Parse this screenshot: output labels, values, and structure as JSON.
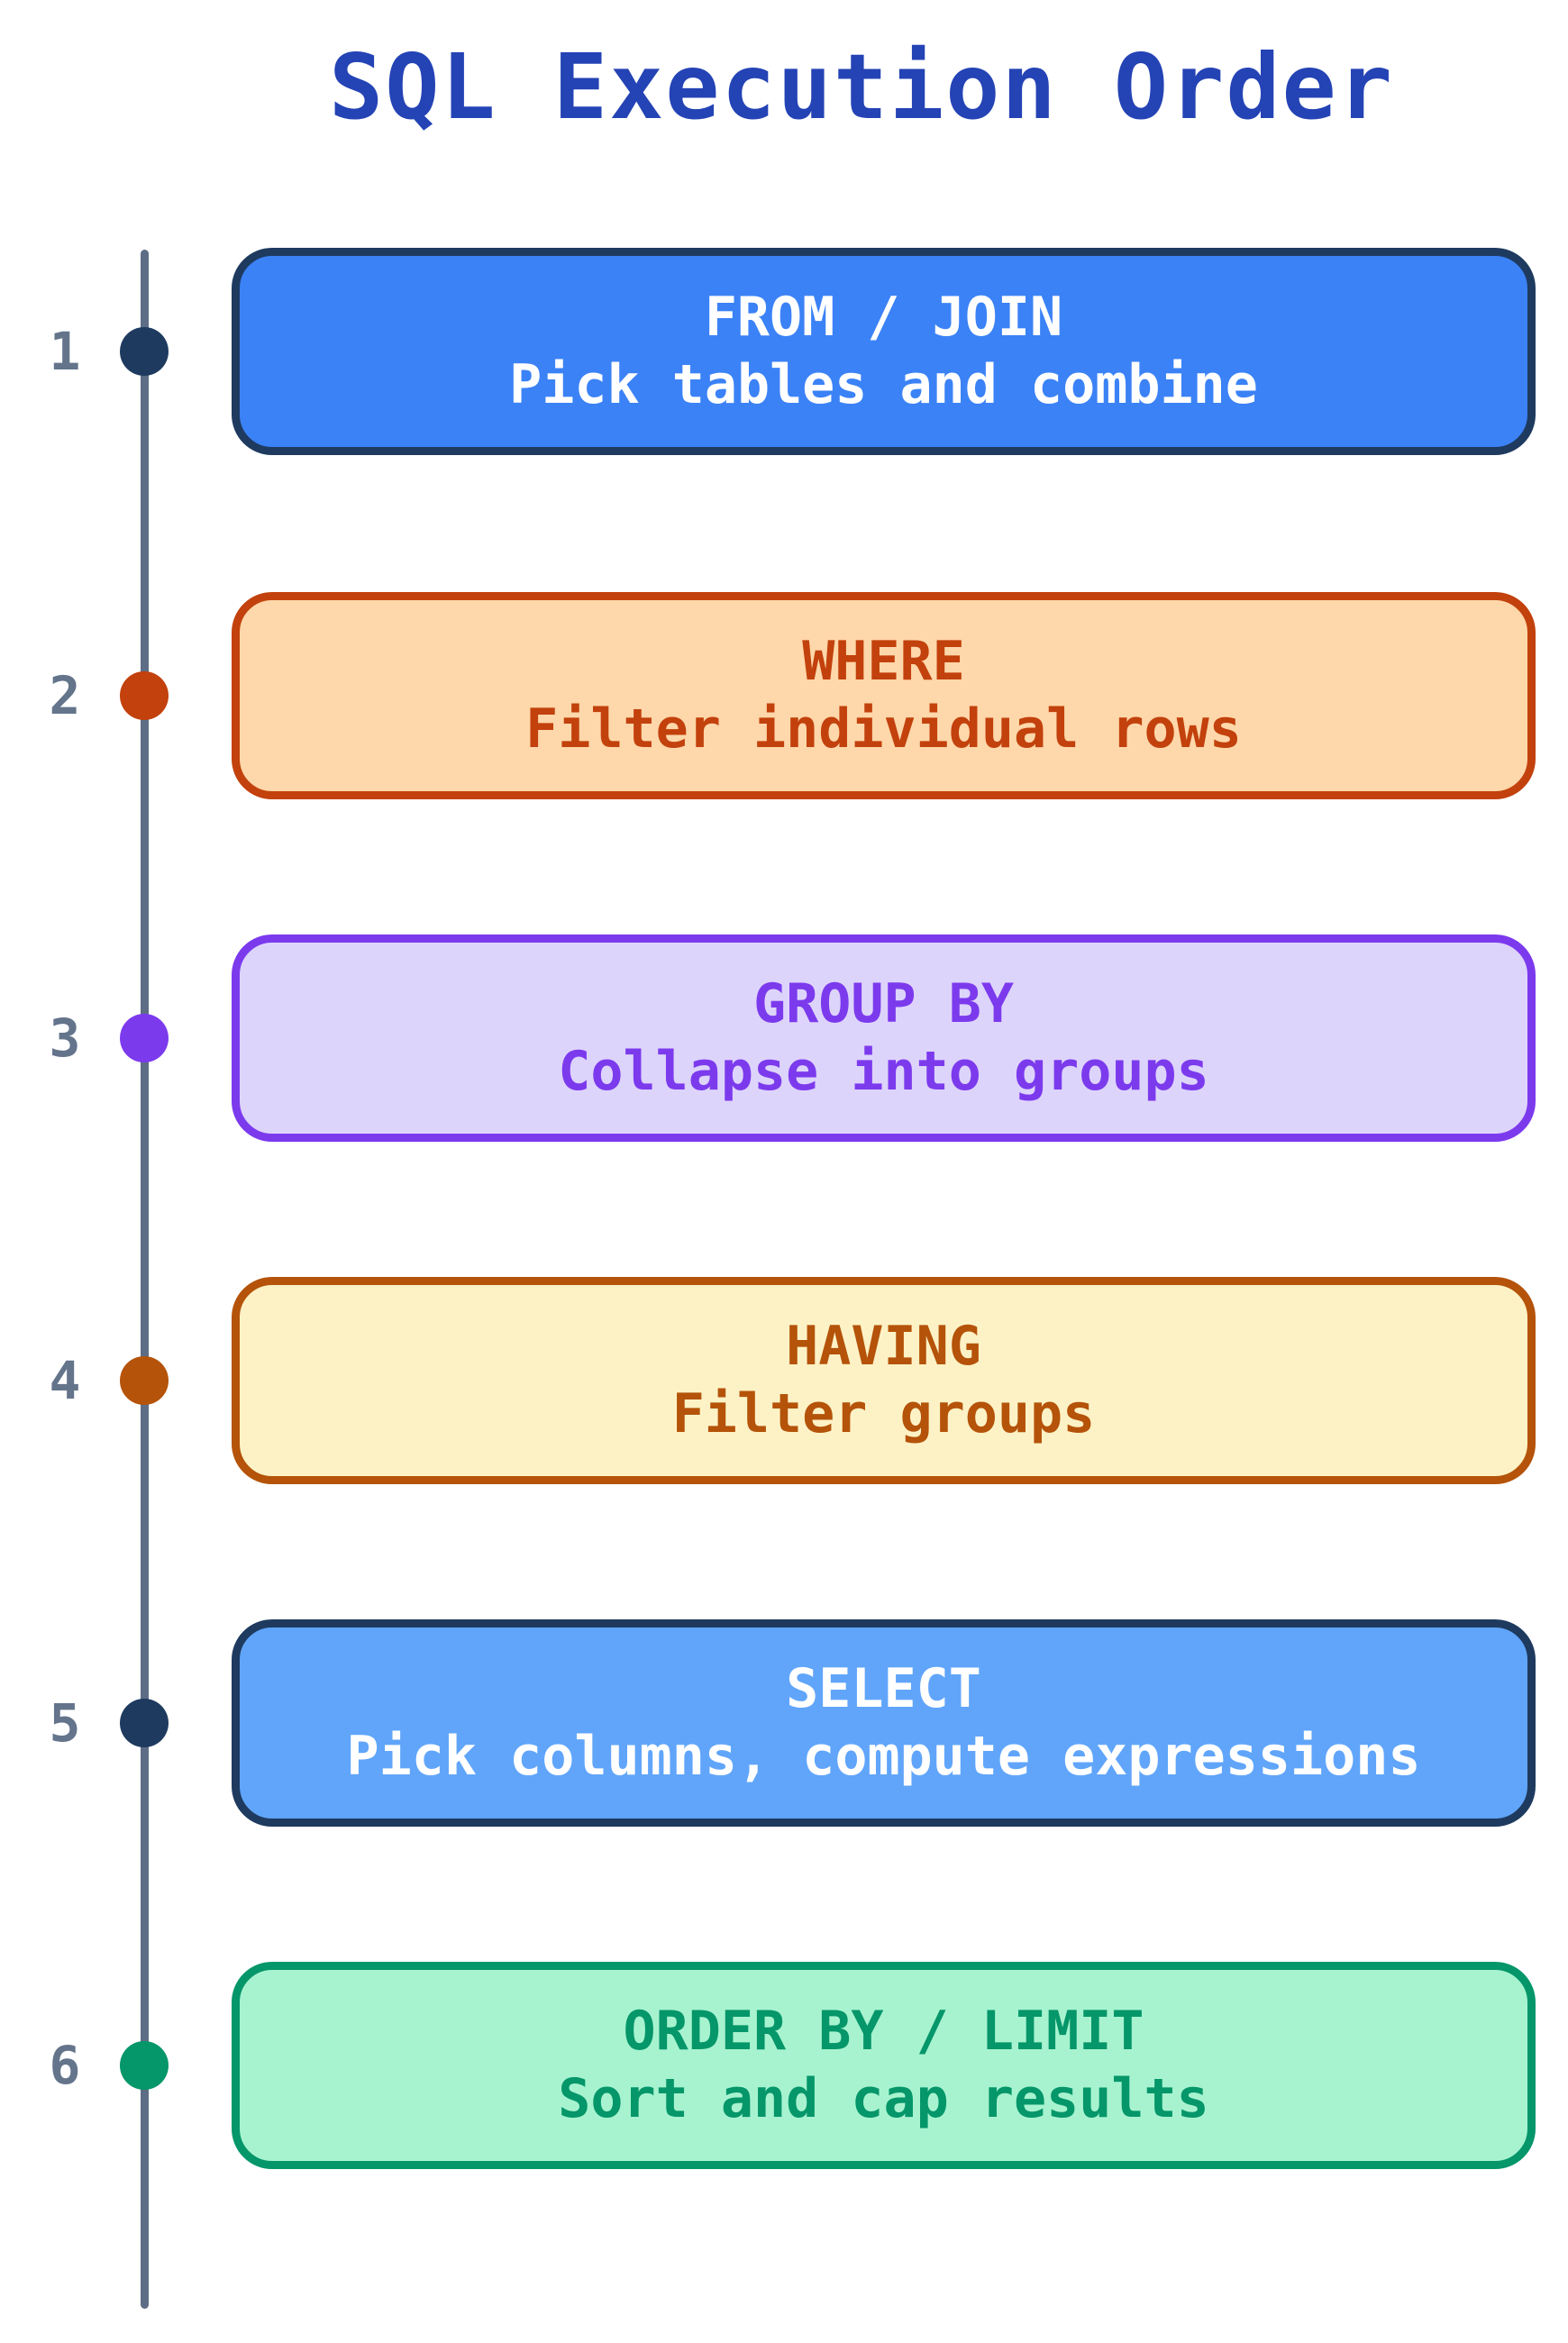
{
  "title": "SQL Execution Order",
  "colors": {
    "background": "#ffffff",
    "title": "#2443b5",
    "line": "#5d6d85",
    "number": "#64748b"
  },
  "timeline": {
    "steps": [
      {
        "number": "1",
        "keyword": "FROM / JOIN",
        "description": "Pick tables and combine",
        "colors": {
          "fill": "#3b82f6",
          "border": "#1e3a5f",
          "text": "#ffffff",
          "dot": "#1e3a5f"
        }
      },
      {
        "number": "2",
        "keyword": "WHERE",
        "description": "Filter individual rows",
        "colors": {
          "fill": "#fed7aa",
          "border": "#c2410c",
          "text": "#c2410c",
          "dot": "#c2410c"
        }
      },
      {
        "number": "3",
        "keyword": "GROUP BY",
        "description": "Collapse into groups",
        "colors": {
          "fill": "#ddd4fb",
          "border": "#7c3aed",
          "text": "#7c3aed",
          "dot": "#7c3aed"
        }
      },
      {
        "number": "4",
        "keyword": "HAVING",
        "description": "Filter groups",
        "colors": {
          "fill": "#fdf2c6",
          "border": "#b45309",
          "text": "#b45309",
          "dot": "#b45309"
        }
      },
      {
        "number": "5",
        "keyword": "SELECT",
        "description": "Pick columns, compute expressions",
        "colors": {
          "fill": "#60a5fa",
          "border": "#1e3a5f",
          "text": "#ffffff",
          "dot": "#1e3a5f"
        }
      },
      {
        "number": "6",
        "keyword": "ORDER BY / LIMIT",
        "description": "Sort and cap results",
        "colors": {
          "fill": "#a7f3d0",
          "border": "#059669",
          "text": "#059669",
          "dot": "#059669"
        }
      }
    ]
  }
}
